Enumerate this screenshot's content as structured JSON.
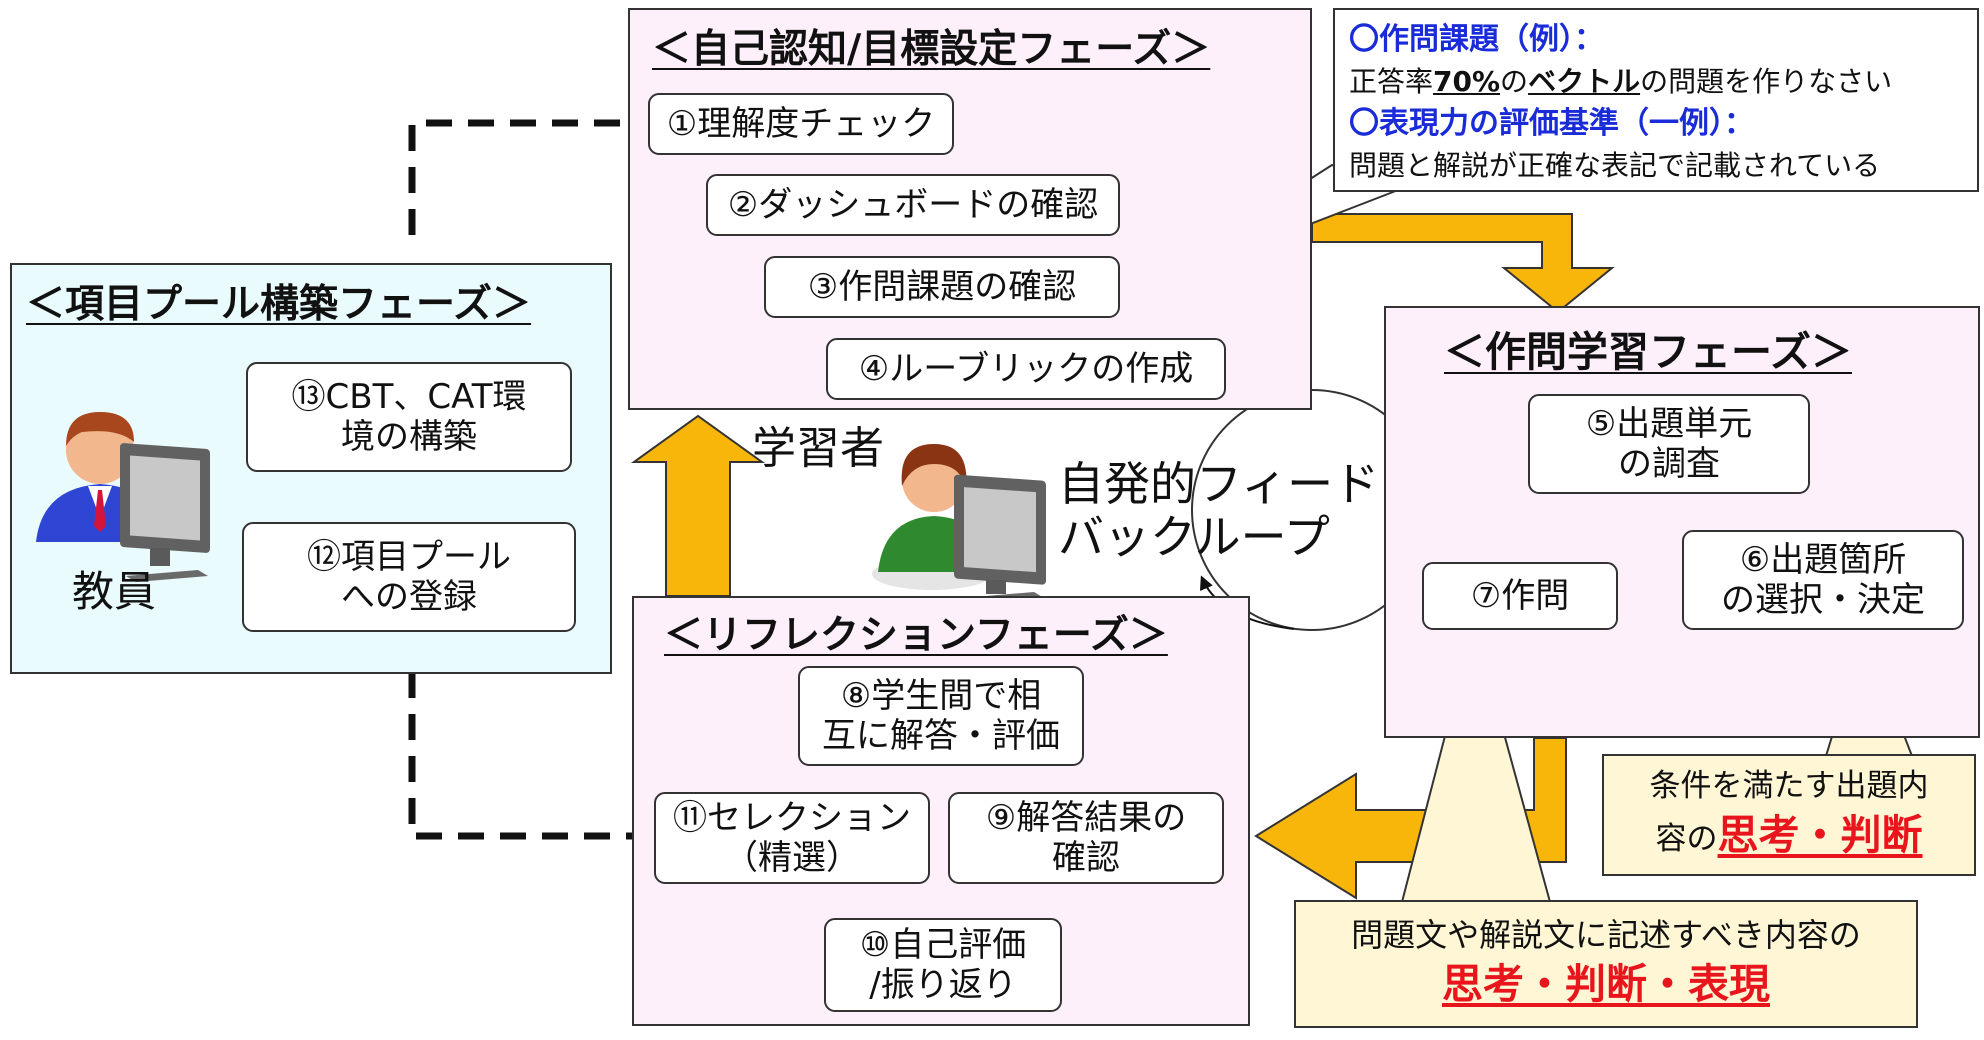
{
  "example_box": {
    "heading_1": "〇作問課題（例）：",
    "line_1_pre": "正答率",
    "line_1_em1": "70%",
    "line_1_mid": "の",
    "line_1_em2": "ベクトル",
    "line_1_post": "の問題を作りなさい",
    "heading_2": "〇表現力の評価基準（一例）：",
    "line_2": "問題と解説が正確な表記で記載されている"
  },
  "phases": {
    "self_awareness": {
      "title": "＜自己認知/目標設定フェーズ＞",
      "steps": [
        "①理解度チェック",
        "②ダッシュボードの確認",
        "③作問課題の確認",
        "④ルーブリックの作成"
      ]
    },
    "item_pool": {
      "title": "＜項目プール構築フェーズ＞",
      "step_13": [
        "⑬CBT、CAT環",
        "境の構築"
      ],
      "step_12": [
        "⑫項目プール",
        "への登録"
      ],
      "actor": "教員"
    },
    "question_creation": {
      "title": "＜作問学習フェーズ＞",
      "step_5": [
        "⑤出題単元",
        "の調査"
      ],
      "step_6": [
        "⑥出題箇所",
        "の選択・決定"
      ],
      "step_7": "⑦作問"
    },
    "reflection": {
      "title": "＜リフレクションフェーズ＞",
      "step_8": [
        "⑧学生間で相",
        "互に解答・評価"
      ],
      "step_9": [
        "⑨解答結果の",
        "確認"
      ],
      "step_10": [
        "⑩自己評価",
        "/振り返り"
      ],
      "step_11": [
        "⑪セレクション",
        "（精選）"
      ]
    }
  },
  "learner": {
    "label": "学習者",
    "loop_label": [
      "自発的フィード",
      "バックループ"
    ]
  },
  "callouts": {
    "condition": {
      "text_1": "条件を満たす出題内",
      "text_2": "容の",
      "emphasis": "思考・判断"
    },
    "content": {
      "text": "問題文や解説文に記述すべき内容の",
      "emphasis": "思考・判断・表現"
    }
  },
  "icons": {
    "teacher": "teacher-at-computer-icon",
    "learner": "learner-at-computer-icon"
  },
  "colors": {
    "panel_pink": "#fdf0fb",
    "panel_cyan": "#e9fbfd",
    "arrow_gold": "#f8b50a",
    "callout_fill": "#fff6d6",
    "emphasis_red": "#e8161c",
    "heading_blue": "#1a2bd8"
  }
}
